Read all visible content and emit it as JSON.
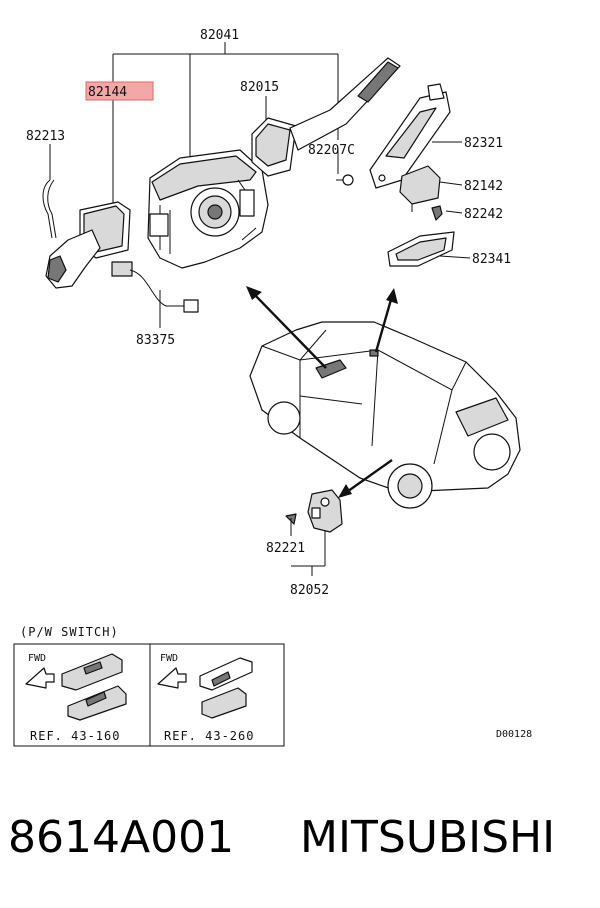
{
  "parts": {
    "p82041": "82041",
    "p82144": "82144",
    "p82015": "82015",
    "p82213": "82213",
    "p82207c": "82207C",
    "p82321": "82321",
    "p82142": "82142",
    "p82242": "82242",
    "p82341": "82341",
    "p83375": "83375",
    "p82221": "82221",
    "p82052": "82052"
  },
  "highlight_color": "#f4a7a7",
  "inset": {
    "title": "(P/W SWITCH)",
    "left": {
      "fwd": "FWD",
      "ref": "REF. 43-160"
    },
    "right": {
      "fwd": "FWD",
      "ref": "REF. 43-260"
    }
  },
  "diagram_code": "D00128",
  "footer": {
    "part_number": "8614A001",
    "brand": "MITSUBISHI"
  }
}
